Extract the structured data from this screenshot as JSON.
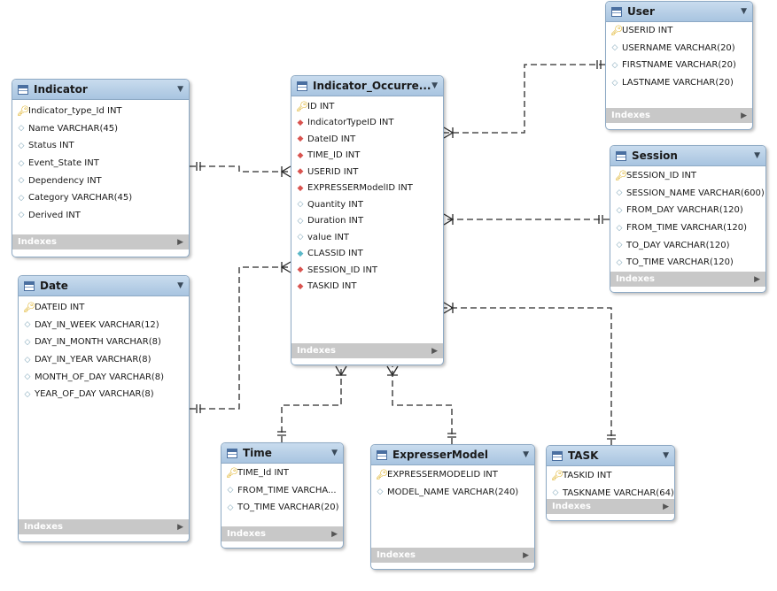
{
  "tables": {
    "indicator": {
      "title": "Indicator",
      "columns": [
        "Indicator_type_Id INT",
        "Name VARCHAR(45)",
        "Status INT",
        "Event_State INT",
        "Dependency INT",
        "Category VARCHAR(45)",
        "Derived INT"
      ],
      "indexes_label": "Indexes"
    },
    "date": {
      "title": "Date",
      "columns": [
        "DATEID INT",
        "DAY_IN_WEEK VARCHAR(12)",
        "DAY_IN_MONTH VARCHAR(8)",
        "DAY_IN_YEAR VARCHAR(8)",
        "MONTH_OF_DAY VARCHAR(8)",
        "YEAR_OF_DAY VARCHAR(8)"
      ],
      "indexes_label": "Indexes"
    },
    "indicator_occurrence": {
      "title": "Indicator_Occurre...",
      "columns": [
        "ID INT",
        "IndicatorTypeID INT",
        "DateID INT",
        "TIME_ID INT",
        "USERID INT",
        "EXPRESSERModelID INT",
        "Quantity INT",
        "Duration INT",
        "value INT",
        "CLASSID INT",
        "SESSION_ID INT",
        "TASKID INT"
      ],
      "indexes_label": "Indexes"
    },
    "user": {
      "title": "User",
      "columns": [
        "USERID INT",
        "USERNAME VARCHAR(20)",
        "FIRSTNAME VARCHAR(20)",
        "LASTNAME VARCHAR(20)"
      ],
      "indexes_label": "Indexes"
    },
    "session": {
      "title": "Session",
      "columns": [
        "SESSION_ID INT",
        "SESSION_NAME VARCHAR(600)",
        "FROM_DAY VARCHAR(120)",
        "FROM_TIME VARCHAR(120)",
        "TO_DAY VARCHAR(120)",
        "TO_TIME VARCHAR(120)"
      ],
      "indexes_label": "Indexes"
    },
    "time": {
      "title": "Time",
      "columns": [
        "TIME_Id INT",
        "FROM_TIME VARCHA...",
        "TO_TIME VARCHAR(20)"
      ],
      "indexes_label": "Indexes"
    },
    "expresser_model": {
      "title": "ExpresserModel",
      "columns": [
        "EXPRESSERMODELID INT",
        "MODEL_NAME VARCHAR(240)"
      ],
      "indexes_label": "Indexes"
    },
    "task": {
      "title": "TASK",
      "columns": [
        "TASKID INT",
        "TASKNAME VARCHAR(64)"
      ],
      "indexes_label": "Indexes"
    }
  }
}
